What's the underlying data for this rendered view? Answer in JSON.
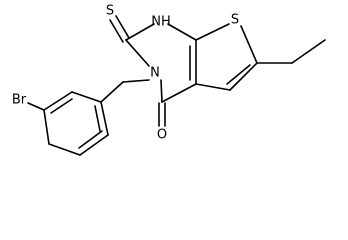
{
  "molecule": {
    "atoms": {
      "s_thione": "S",
      "nh": "NH",
      "s_ring": "S",
      "n3": "N",
      "o": "O",
      "br": "Br"
    }
  },
  "colors": {
    "bond": "#000000",
    "label": "#000000",
    "background": "#ffffff"
  }
}
